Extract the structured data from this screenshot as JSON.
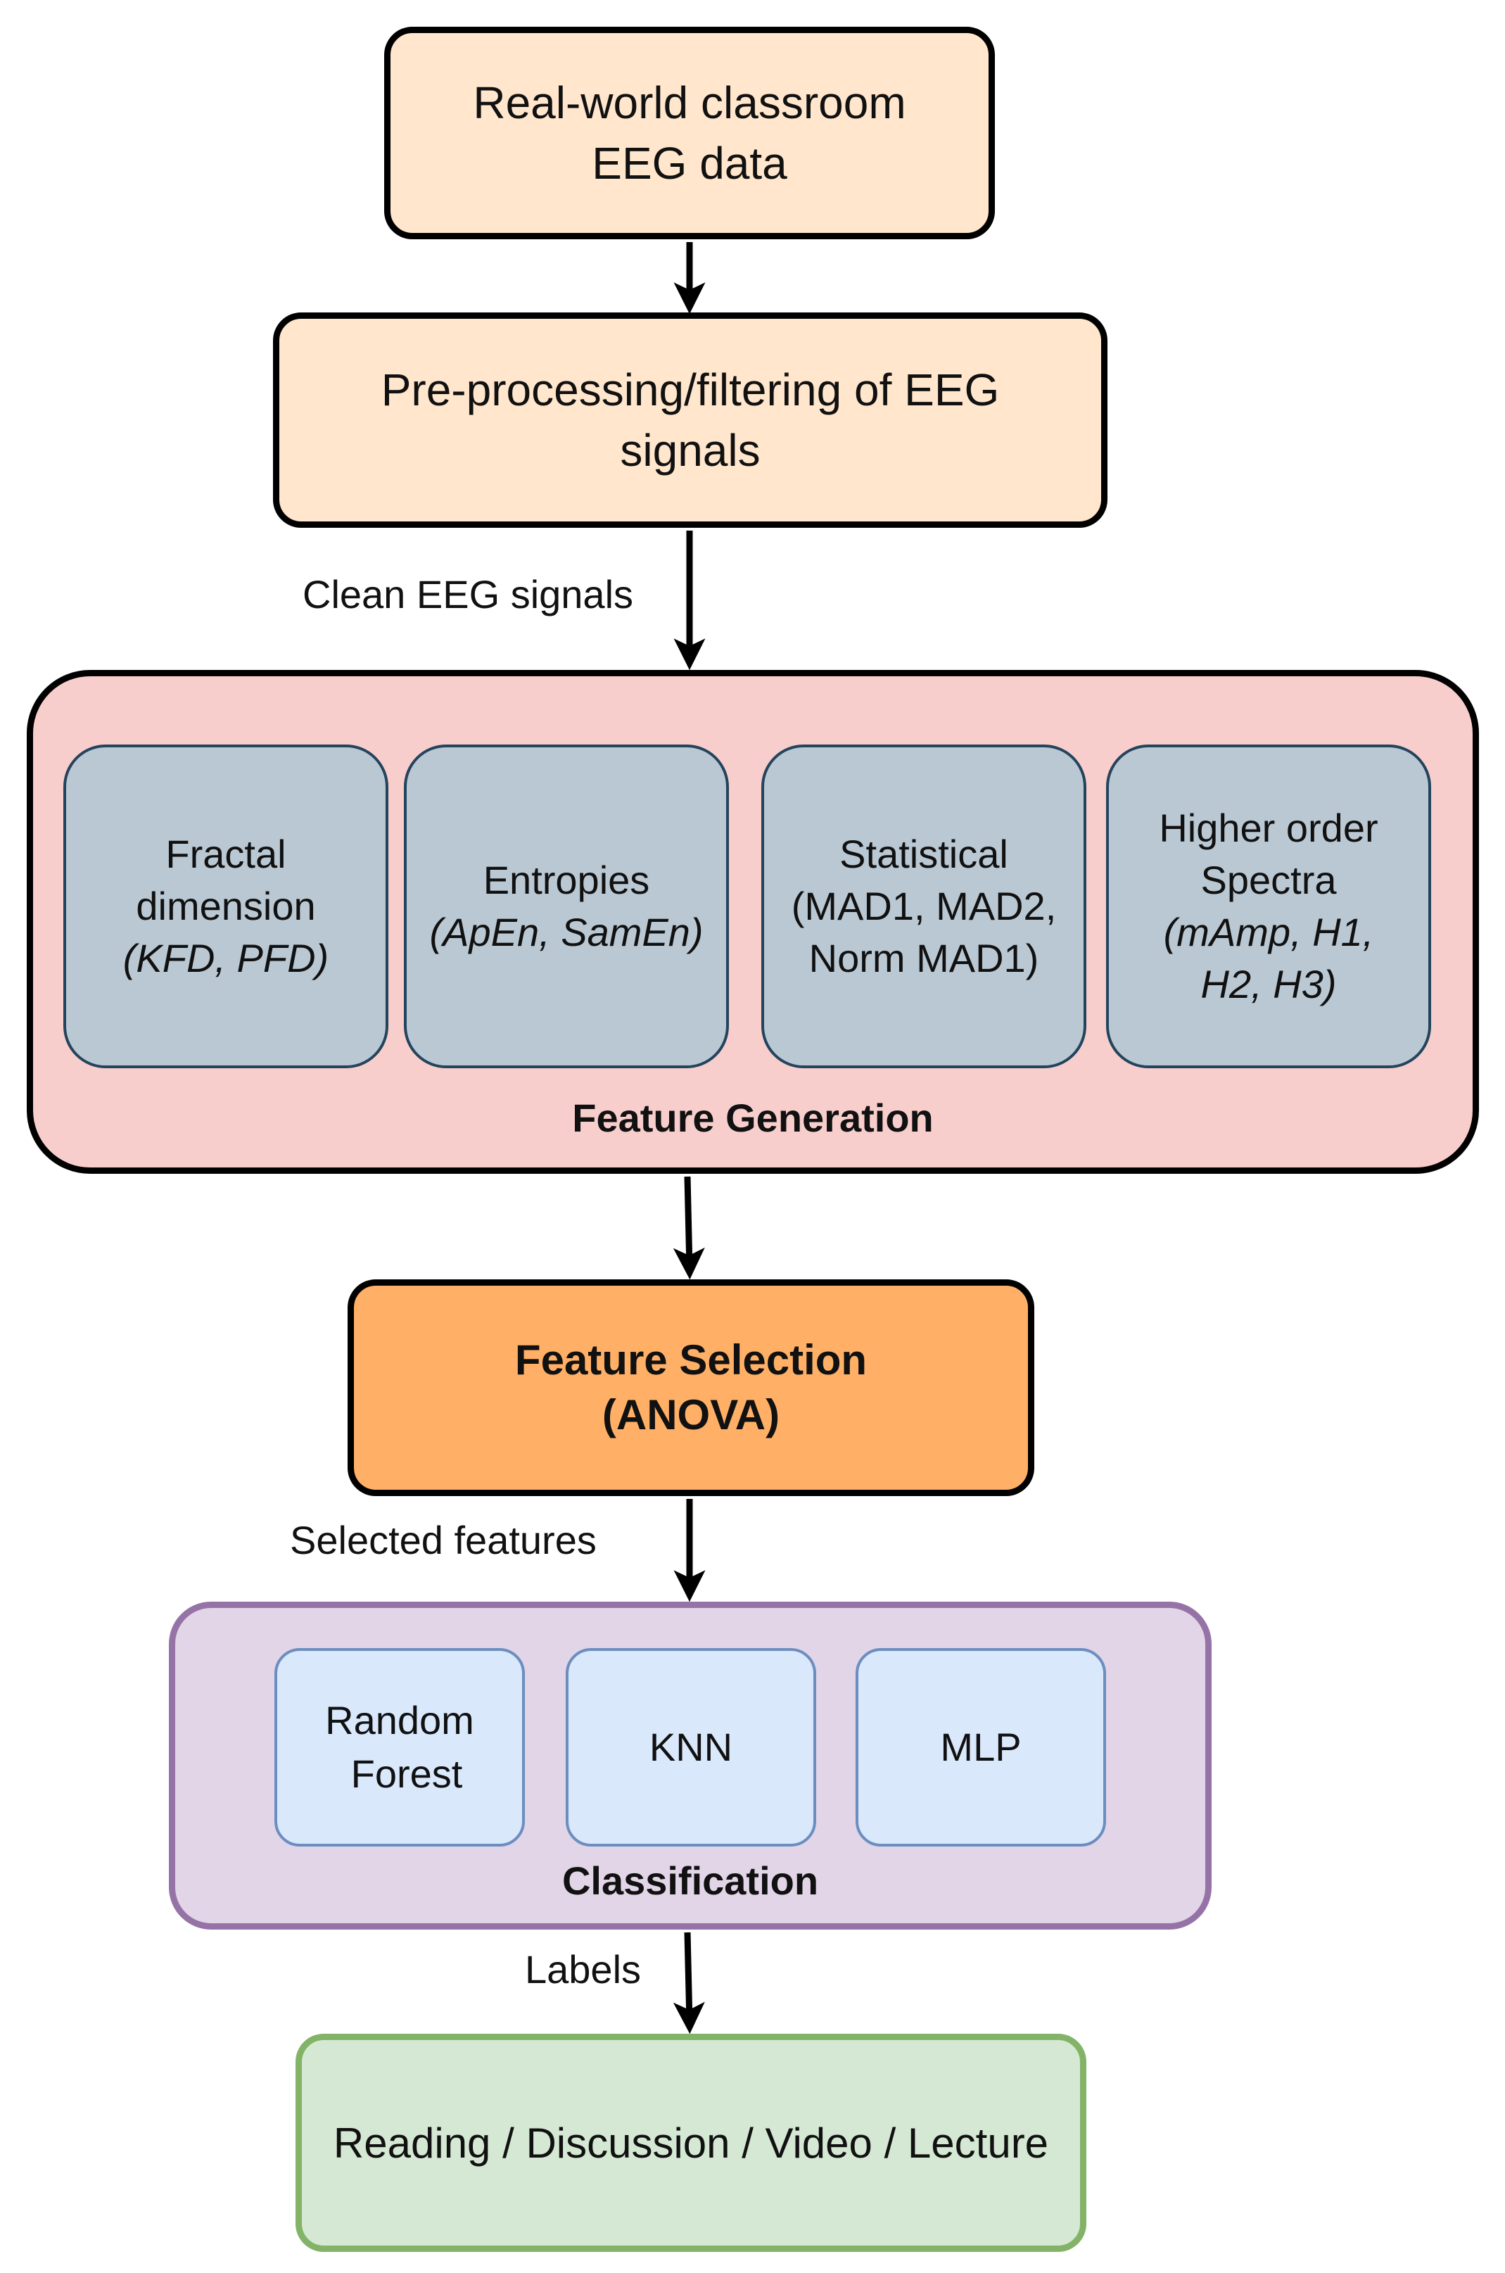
{
  "nodes": {
    "source": {
      "line1": "Real-world classroom",
      "line2": "EEG data"
    },
    "preprocessing": {
      "line1": "Pre-processing/filtering of EEG",
      "line2": "signals"
    },
    "feature_generation": {
      "title": "Feature Generation",
      "items": [
        {
          "line1": "Fractal",
          "line2": "dimension",
          "line3": "(KFD, PFD)"
        },
        {
          "line1": "Entropies",
          "line2": "(ApEn, SamEn)"
        },
        {
          "line1": "Statistical",
          "line2": "(MAD1, MAD2,",
          "line3": "Norm MAD1)"
        },
        {
          "line1": "Higher order",
          "line2": "Spectra",
          "line3": "(mAmp, H1,",
          "line4": "H2, H3)"
        }
      ]
    },
    "feature_selection": {
      "line1": "Feature Selection",
      "line2": "(ANOVA)"
    },
    "classification": {
      "title": "Classification",
      "items": [
        {
          "line1": "Random",
          "line2": "Forest"
        },
        {
          "line1": "KNN"
        },
        {
          "line1": "MLP"
        }
      ]
    },
    "output": {
      "label": "Reading / Discussion / Video / Lecture"
    }
  },
  "edge_labels": {
    "clean_signals": "Clean EEG signals",
    "selected_features": "Selected features",
    "labels": "Labels"
  },
  "colors": {
    "source_fill": "#ffe6cc",
    "feature_generation_fill": "#f8cecc",
    "feature_item_fill": "#bac8d3",
    "feature_selection_fill": "#ffb066",
    "classification_fill": "#e1d5e7",
    "classification_border": "#9673a6",
    "classifier_item_fill": "#dae8fc",
    "output_fill": "#d5e8d4",
    "output_border": "#82b366"
  }
}
